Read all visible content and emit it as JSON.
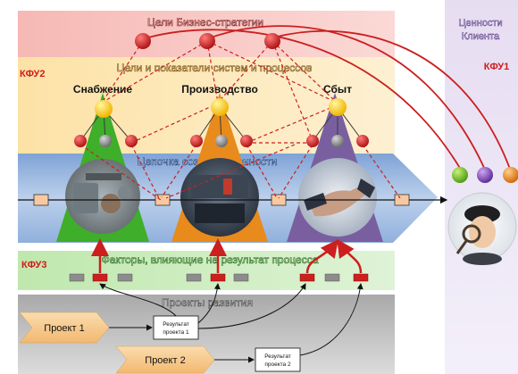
{
  "bands": {
    "strategy_title": "Цели Бизнес-стратегии",
    "systems_title": "Цели и показатели систем и процессов",
    "value_chain_title": "Цепочка создания ценности",
    "factors_title": "Факторы, влияющие на результат процесса",
    "projects_title": "Проекты развития"
  },
  "client": {
    "title_line1": "Ценности",
    "title_line2": "Клиента",
    "kfu1": "КФУ1"
  },
  "kfu": {
    "kfu2": "КФУ2",
    "kfu3": "КФУ3"
  },
  "functions": {
    "supply": "Снабжение",
    "production": "Производство",
    "sales": "Сбыт"
  },
  "projects": {
    "p1": "Проект 1",
    "p2": "Проект 2",
    "r1_line1": "Результат",
    "r1_line2": "проекта 1",
    "r2_line1": "Результат",
    "r2_line2": "проекта 2"
  },
  "colors": {
    "red_node": "#cc1f1f",
    "grey_node": "#8a8a8a",
    "yellow_node": "#ffd21a",
    "green_triangle": "#3fae2a",
    "orange_triangle": "#e88a1c",
    "purple_triangle": "#7a5fa0",
    "client_green": "#7ccf2e",
    "client_purple": "#8b57c9",
    "client_orange": "#f08c1e"
  }
}
